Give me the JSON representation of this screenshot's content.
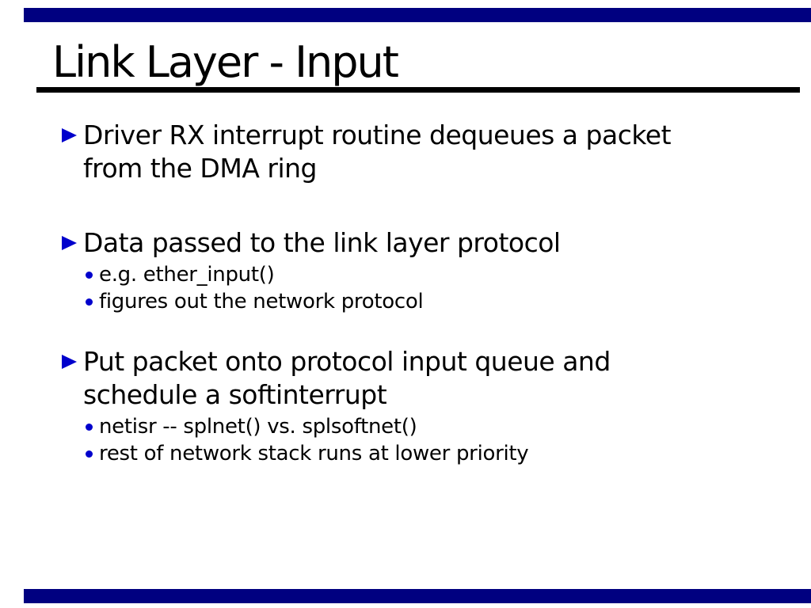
{
  "slide": {
    "title": "Link Layer - Input",
    "colors": {
      "decoration_bar": "#000080",
      "bullet_accent": "#0000cc",
      "text": "#000000",
      "title_rule": "#000000",
      "background": "#ffffff"
    },
    "bullets": [
      {
        "text": "Driver RX interrupt routine dequeues a packet\nfrom the DMA ring",
        "subs": []
      },
      {
        "text": "Data passed to the link layer protocol",
        "subs": [
          "e.g. ether_input()",
          "figures out the network protocol"
        ]
      },
      {
        "text": "Put packet onto protocol input queue and\nschedule a softinterrupt",
        "subs": [
          "netisr -- splnet() vs. splsoftnet()",
          "rest of network stack runs at lower priority"
        ]
      }
    ]
  }
}
